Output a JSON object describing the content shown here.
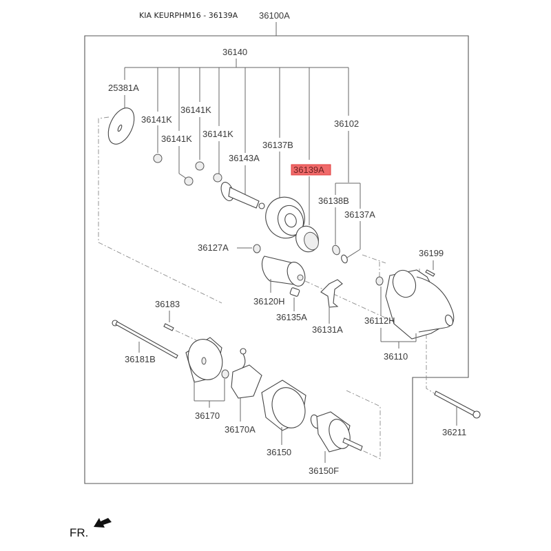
{
  "header": {
    "title": "KIA KEURPHM16 - 36139A",
    "assembly_label": "36100A"
  },
  "highlight": {
    "part": "36139A",
    "color": "#f06a6a",
    "border_color": "#e03c3c"
  },
  "parts": {
    "p36140": "36140",
    "p25381A": "25381A",
    "p36141K_1": "36141K",
    "p36141K_2": "36141K",
    "p36141K_3": "36141K",
    "p36141K_4": "36141K",
    "p36143A": "36143A",
    "p36137B": "36137B",
    "p36139A": "36139A",
    "p36102": "36102",
    "p36138B": "36138B",
    "p36137A": "36137A",
    "p36127A": "36127A",
    "p36120H": "36120H",
    "p36135A": "36135A",
    "p36131A": "36131A",
    "p36199": "36199",
    "p36112H": "36112H",
    "p36110": "36110",
    "p36183": "36183",
    "p36181B": "36181B",
    "p36170": "36170",
    "p36170A": "36170A",
    "p36150": "36150",
    "p36150F": "36150F",
    "p36211": "36211"
  },
  "orientation": {
    "label": "FR."
  }
}
